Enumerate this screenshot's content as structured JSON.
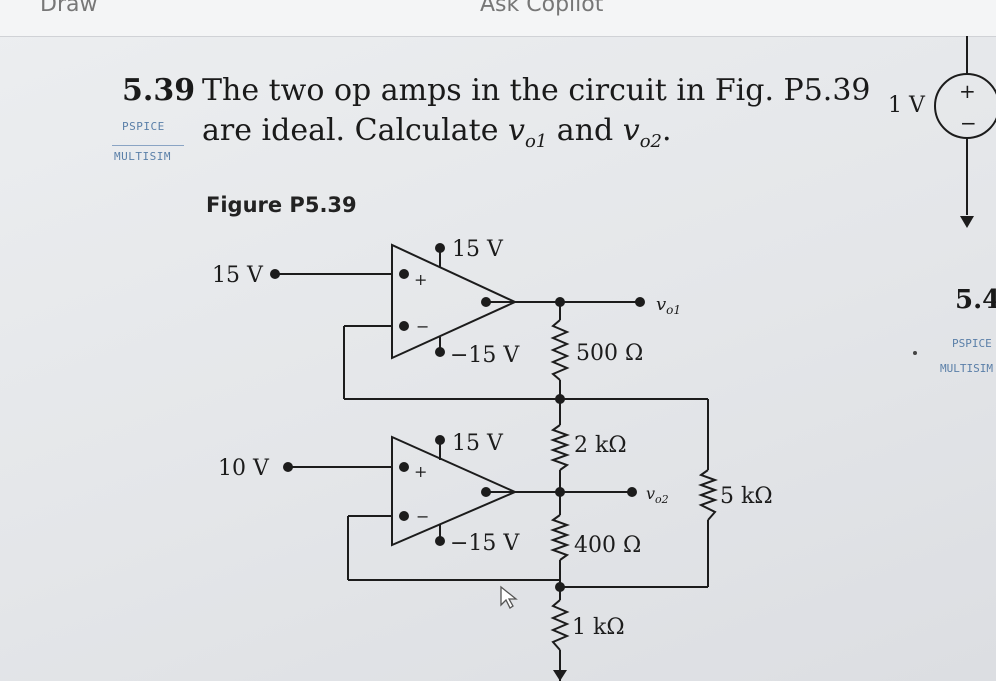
{
  "topbar": {
    "left_text": "Draw",
    "right_text": "Ask Copilot"
  },
  "problem": {
    "number": "5.39",
    "line1": "The two op amps in the circuit in Fig. P5.39",
    "line2_prefix": "are ideal. Calculate ",
    "line2_mid": " and ",
    "line2_suffix": ".",
    "var1_base": "v",
    "var1_sub": "o1",
    "var2_base": "v",
    "var2_sub": "o2",
    "tags": [
      "PSPICE",
      "MULTISIM"
    ]
  },
  "figure": {
    "caption": "Figure P5.39",
    "input_top": "15 V",
    "input_bottom": "10 V",
    "opamp1_vpos": "15 V",
    "opamp1_vneg": "−15 V",
    "opamp2_vpos": "15 V",
    "opamp2_vneg": "−15 V",
    "plus_sign": "+",
    "minus_sign": "−",
    "out1_label_base": "v",
    "out1_label_sub": "o1",
    "out2_label_base": "v",
    "out2_label_sub": "o2",
    "r1": "500 Ω",
    "r2": "2 kΩ",
    "r3": "400 Ω",
    "r4": "1 kΩ",
    "r5": "5 kΩ"
  },
  "side_circuit": {
    "source_label": "1 V",
    "plus": "+",
    "minus": "−"
  },
  "next_problem": {
    "number": "5.4",
    "tags": [
      "PSPICE",
      "MULTISIM"
    ]
  },
  "colors": {
    "ink": "#1c1c1c",
    "tag_blue": "#5a7fa8",
    "page": "#e4e6e9"
  }
}
